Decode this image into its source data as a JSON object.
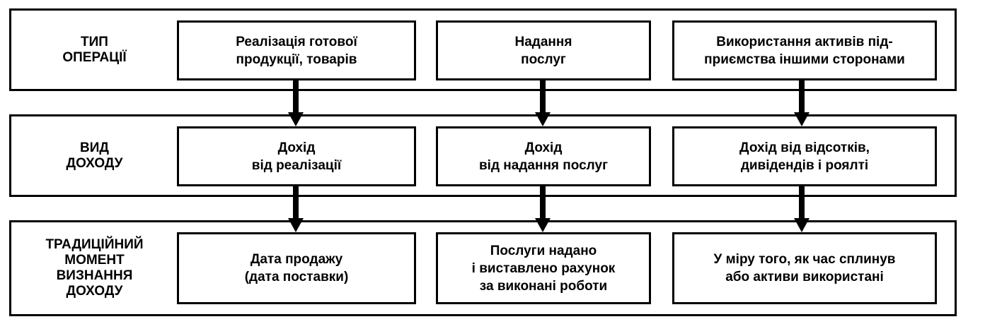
{
  "diagram": {
    "rows": [
      {
        "label_lines": [
          "ТИП",
          "ОПЕРАЦІЇ"
        ],
        "cells": [
          {
            "lines": [
              "Реалізація готової",
              "продукції, товарів"
            ]
          },
          {
            "lines": [
              "Надання",
              "послуг"
            ]
          },
          {
            "lines": [
              "Використання активів під-",
              "приємства іншими сторонами"
            ]
          }
        ]
      },
      {
        "label_lines": [
          "ВИД",
          "ДОХОДУ"
        ],
        "cells": [
          {
            "lines": [
              "Дохід",
              "від реалізації"
            ]
          },
          {
            "lines": [
              "Дохід",
              "від надання послуг"
            ]
          },
          {
            "lines": [
              "Дохід від відсотків,",
              "дивідендів і роялті"
            ]
          }
        ]
      },
      {
        "label_lines": [
          "ТРАДИЦІЙНИЙ",
          "МОМЕНТ",
          "ВИЗНАННЯ",
          "ДОХОДУ"
        ],
        "cells": [
          {
            "lines": [
              "Дата продажу",
              "(дата поставки)"
            ]
          },
          {
            "lines": [
              "Послуги надано",
              "і виставлено рахунок",
              "за виконані роботи"
            ]
          },
          {
            "lines": [
              "У міру того, як час сплинув",
              "або активи використані"
            ]
          }
        ]
      }
    ],
    "arrows": [
      {
        "from": "row-1",
        "to": "row-2",
        "columns": [
          1,
          2,
          3
        ],
        "icon": "arrow-down-icon"
      },
      {
        "from": "row-2",
        "to": "row-3",
        "columns": [
          1,
          2,
          3
        ],
        "icon": "arrow-down-icon"
      }
    ]
  }
}
